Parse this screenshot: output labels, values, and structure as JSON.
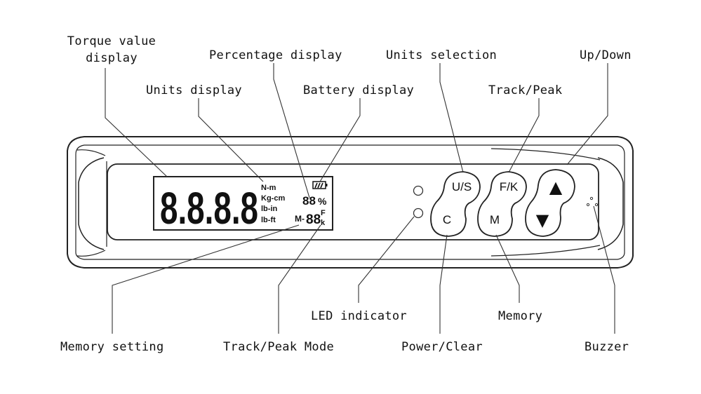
{
  "labels": {
    "torque_display": "Torque value\ndisplay",
    "percentage_display": "Percentage display",
    "units_selection": "Units selection",
    "up_down": "Up/Down",
    "units_display": "Units display",
    "battery_display": "Battery display",
    "track_peak": "Track/Peak",
    "led_indicator": "LED indicator",
    "memory": "Memory",
    "memory_setting": "Memory setting",
    "track_peak_mode": "Track/Peak Mode",
    "power_clear": "Power/Clear",
    "buzzer": "Buzzer"
  },
  "lcd": {
    "digits": "8.8.8.8",
    "units": [
      "N-m",
      "Kg-cm",
      "lb-in",
      "lb-ft"
    ],
    "percent_digits": "88",
    "percent_sign": "%",
    "memory_prefix": "M-",
    "memory_digits": "88",
    "mode_f": "F",
    "mode_k": "k"
  },
  "buttons": {
    "units": "U/S",
    "track_peak": "F/K",
    "clear": "C",
    "memory": "M",
    "up": "▲",
    "down": "▼"
  }
}
